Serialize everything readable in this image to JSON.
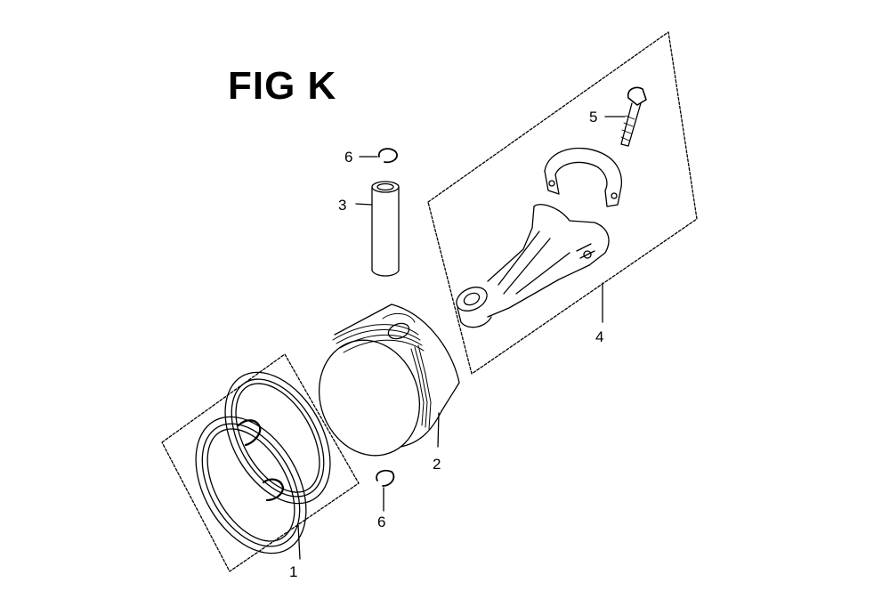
{
  "title": "FIG K",
  "callouts": {
    "piston_rings": "1",
    "piston": "2",
    "piston_pin": "3",
    "connecting_rod_assembly": "4",
    "rod_bolt": "5",
    "pin_clip_top": "6",
    "pin_clip_bottom": "6"
  }
}
